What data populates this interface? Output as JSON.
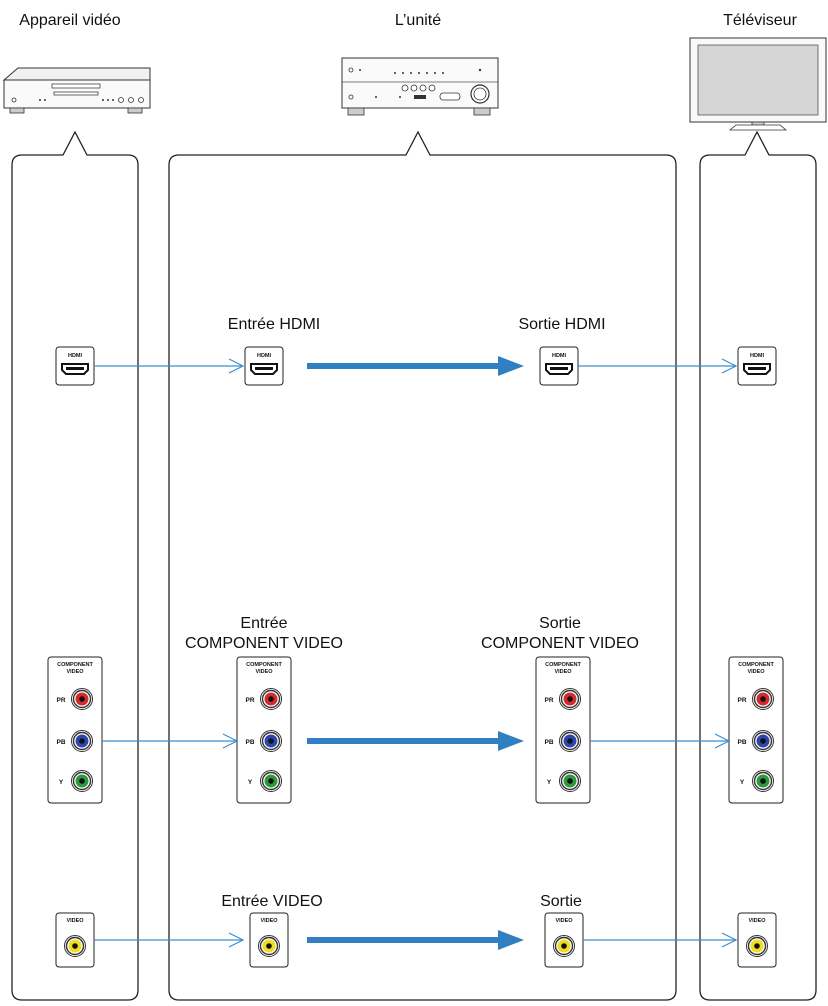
{
  "devices": {
    "source": "Appareil vidéo",
    "unit": "L’unité",
    "tv": "Téléviseur"
  },
  "labels": {
    "hdmi_in": "Entrée HDMI",
    "hdmi_out": "Sortie HDMI",
    "comp_in_1": "Entrée",
    "comp_in_2": "COMPONENT VIDEO",
    "comp_out_1": "Sortie",
    "comp_out_2": "COMPONENT VIDEO",
    "video_in": "Entrée VIDEO",
    "video_out": "Sortie"
  },
  "jacks": {
    "hdmi": "HDMI",
    "component_1": "COMPONENT",
    "component_2": "VIDEO",
    "pr": "PR",
    "pb": "PB",
    "y": "Y",
    "video": "VIDEO"
  },
  "colors": {
    "line": "#3a8fd0",
    "arrow_bold": "#2f7fc1",
    "pr": "#d42a2a",
    "pb": "#2a47b0",
    "y": "#2a9a3a",
    "composite": "#f0dc1e"
  }
}
